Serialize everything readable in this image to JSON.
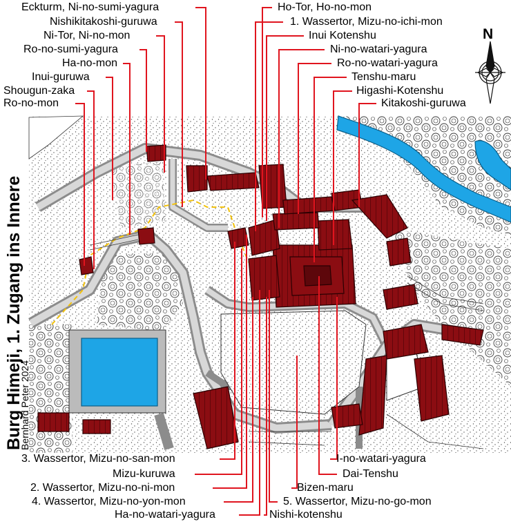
{
  "title": "Burg Himeji, 1. Zugang ins Innere",
  "credit": "Bernhard Peter 2024",
  "compass": {
    "label": "N",
    "icon": "north-arrow-icon"
  },
  "colors": {
    "building": "#8b0d12",
    "water": "#1ea5e6",
    "wall_light": "#d8d8d8",
    "wall_dark": "#8c8c8c",
    "leader": "#e0141e",
    "path": "#f3c20b",
    "ground": "#ffffff"
  },
  "labels_left": [
    "Eckturm, Ni-no-sumi-yagura",
    "Nishikitakoshi-guruwa",
    "Ni-Tor, Ni-no-mon",
    "Ro-no-sumi-yagura",
    "Ha-no-mon",
    "Inui-guruwa",
    "Shougun-zaka",
    "Ro-no-mon"
  ],
  "labels_right": [
    "Ho-Tor, Ho-no-mon",
    "1. Wassertor, Mizu-no-ichi-mon",
    "Inui Kotenshu",
    "Ni-no-watari-yagura",
    "Ro-no-watari-yagura",
    "Tenshu-maru",
    "Higashi-Kotenshu",
    "Kitakoshi-guruwa"
  ],
  "labels_bottom_left": [
    "3. Wassertor, Mizu-no-san-mon",
    "Mizu-kuruwa",
    "2. Wassertor, Mizu-no-ni-mon",
    "4. Wassertor, Mizu-no-yon-mon",
    "Ha-no-watari-yagura"
  ],
  "labels_bottom_right": [
    "I-no-watari-yagura",
    "Dai-Tenshu",
    "Bizen-maru",
    "5. Wassertor, Mizu-no-go-mon",
    "Nishi-kotenshu"
  ]
}
